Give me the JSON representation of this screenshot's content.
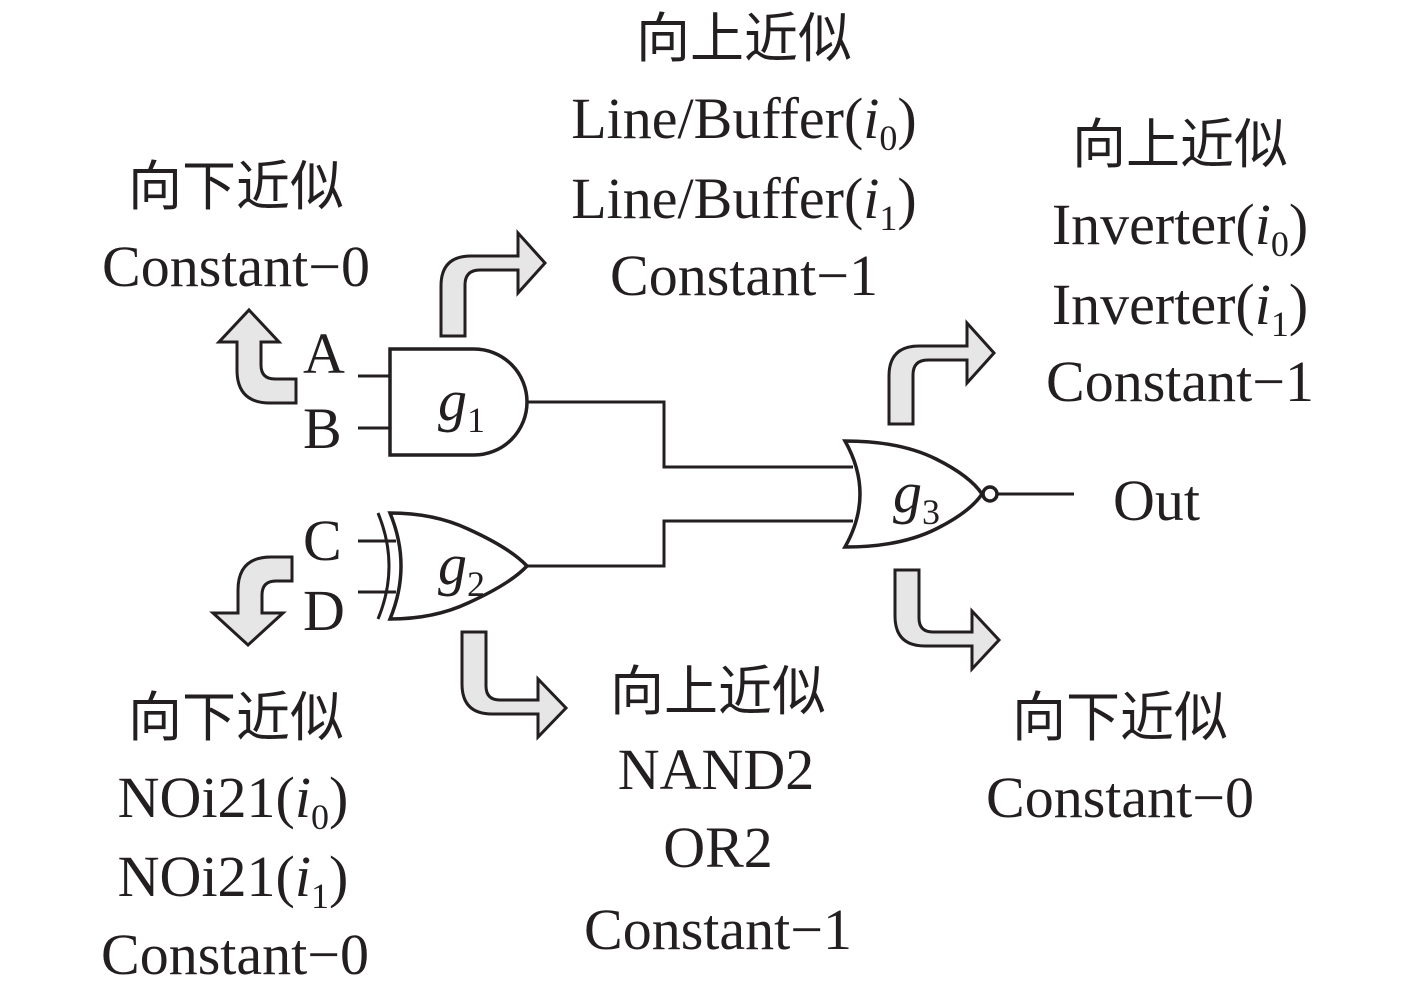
{
  "gates": {
    "g1": {
      "base": "g",
      "sub": "1"
    },
    "g2": {
      "base": "g",
      "sub": "2"
    },
    "g3": {
      "base": "g",
      "sub": "3"
    }
  },
  "inputs": {
    "a": "A",
    "b": "B",
    "c": "C",
    "d": "D"
  },
  "output": "Out",
  "annotations": {
    "ab_down": {
      "title": "向下近似",
      "lines": [
        "Constant−0"
      ]
    },
    "g1_up": {
      "title": "向上近似",
      "line1": {
        "text": "Line/Buffer(",
        "var": "i",
        "sub": "0",
        "close": ")"
      },
      "line2": {
        "text": "Line/Buffer(",
        "var": "i",
        "sub": "1",
        "close": ")"
      },
      "line3": "Constant−1"
    },
    "g3_up": {
      "title": "向上近似",
      "line1": {
        "text": "Inverter(",
        "var": "i",
        "sub": "0",
        "close": ")"
      },
      "line2": {
        "text": "Inverter(",
        "var": "i",
        "sub": "1",
        "close": ")"
      },
      "line3": "Constant−1"
    },
    "cd_down": {
      "title": "向下近似",
      "line1": {
        "text": "NOi21(",
        "var": "i",
        "sub": "0",
        "close": ")"
      },
      "line2": {
        "text": "NOi21(",
        "var": "i",
        "sub": "1",
        "close": ")"
      },
      "line3": "Constant−0"
    },
    "g2_up": {
      "title": "向上近似",
      "lines": [
        "NAND2",
        "OR2",
        "Constant−1"
      ]
    },
    "g3_down": {
      "title": "向下近似",
      "lines": [
        "Constant−0"
      ]
    }
  },
  "colors": {
    "ink": "#231f20",
    "arrow_fill": "#e6e6e6",
    "background": "#ffffff"
  }
}
